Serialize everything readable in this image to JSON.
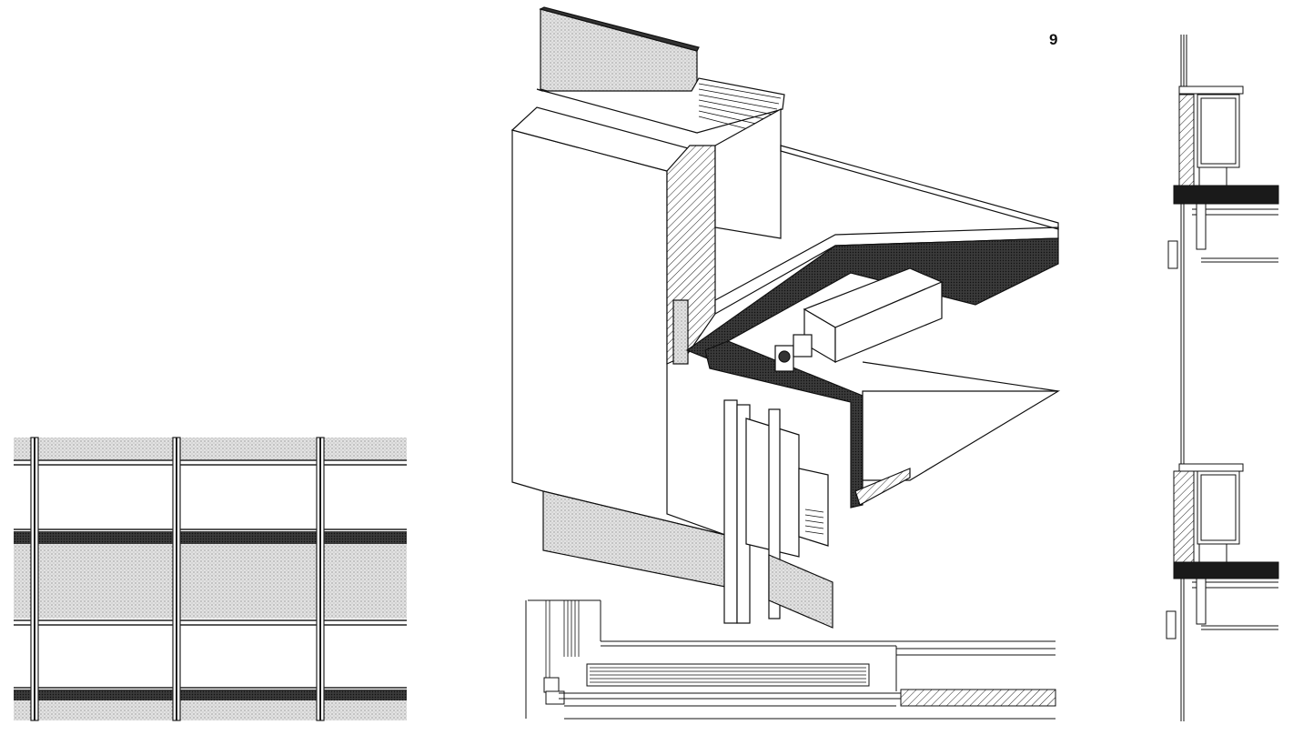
{
  "page": {
    "figure_number": "9"
  },
  "colors": {
    "ink": "#111111",
    "paper": "#ffffff",
    "glass_tone": "#d8d8d8",
    "panel_tone": "#c9c9c9",
    "dark_band": "#2a2a2a"
  },
  "elevation_grid": {
    "columns": 3,
    "rows_light": 2,
    "rows_dark": 2
  }
}
